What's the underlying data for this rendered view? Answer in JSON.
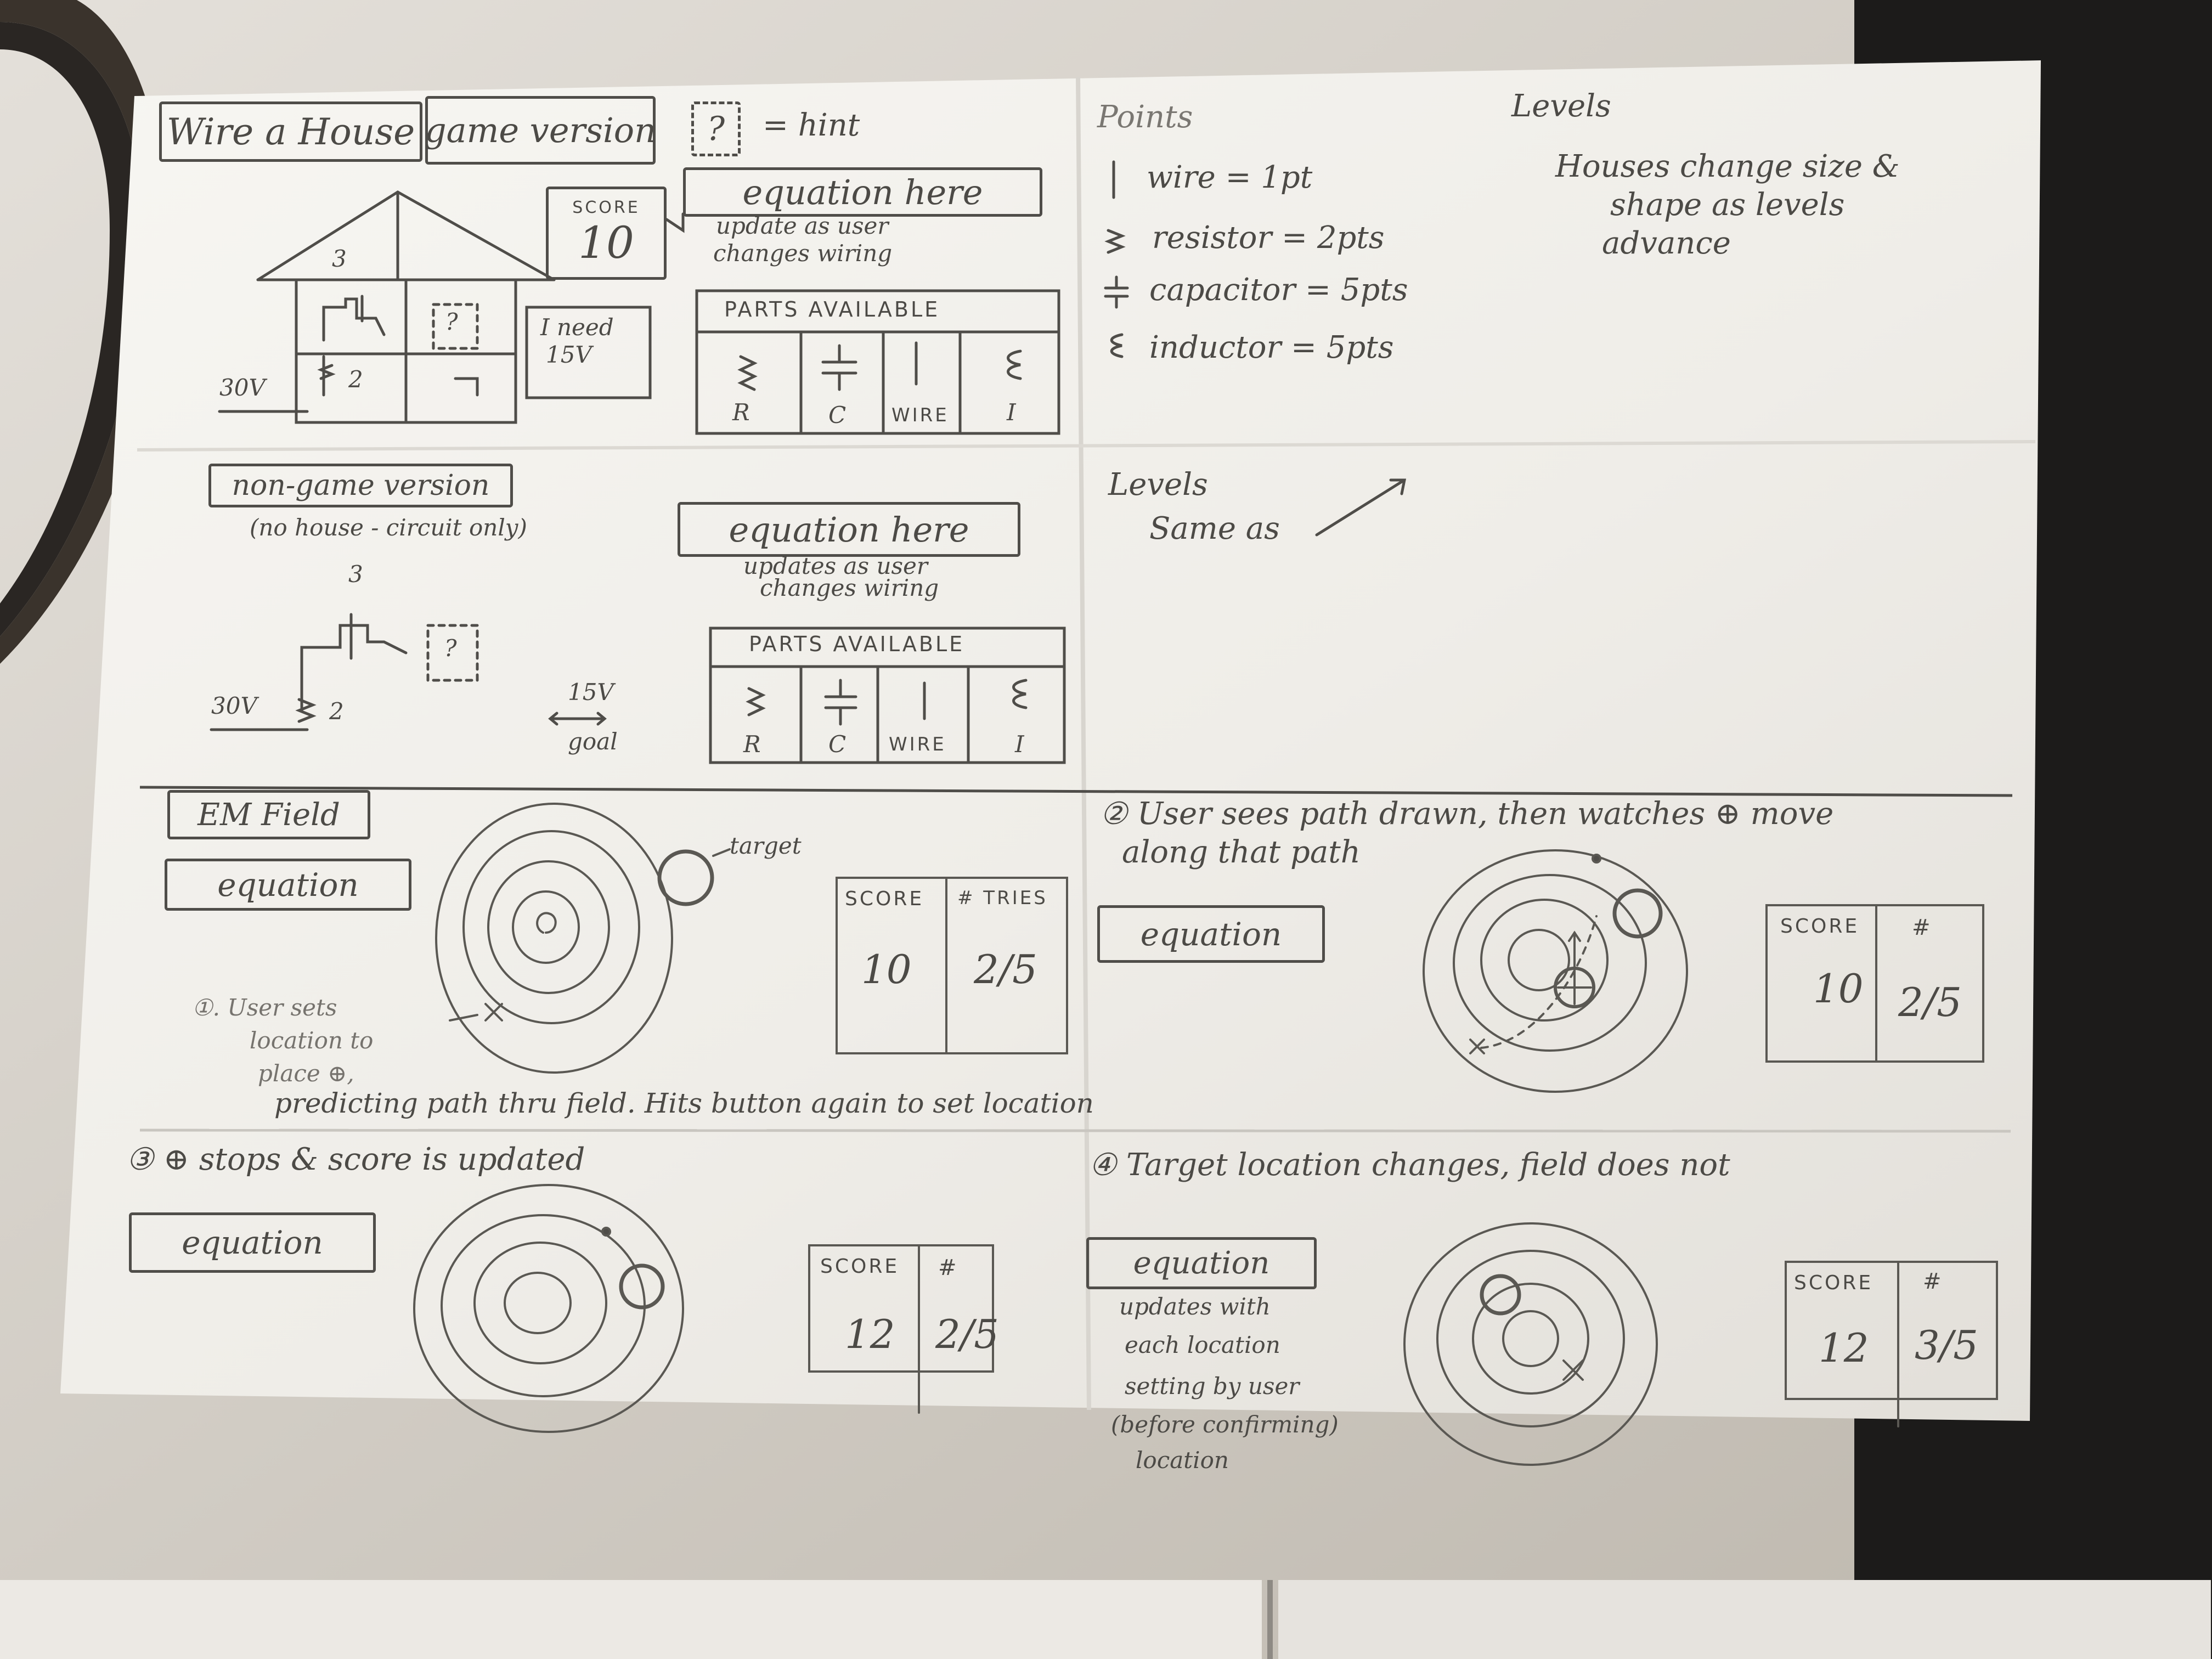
{
  "sheet": {
    "title": "Wire a House",
    "title_mode": "game version",
    "hint_legend": "= hint",
    "game": {
      "equation": "equation here",
      "equation_note_1": "update as user",
      "equation_note_2": "changes wiring",
      "score_label": "SCORE",
      "score_value": "10",
      "label_3": "3",
      "label_2": "2",
      "label_30v": "30V",
      "hint_mark": "?",
      "need_line1": "I need",
      "need_line2": "15V",
      "parts_title": "PARTS AVAILABLE",
      "parts": [
        "R",
        "C",
        "WIRE",
        "I"
      ]
    },
    "points": {
      "heading": "Points",
      "items": [
        {
          "name": "wire",
          "pts": "1pt"
        },
        {
          "name": "resistor",
          "pts": "2pts"
        },
        {
          "name": "capacitor",
          "pts": "5pts"
        },
        {
          "name": "inductor",
          "pts": "5pts"
        }
      ]
    },
    "levels": {
      "heading": "Levels",
      "line1": "Houses change size &",
      "line2": "shape as levels",
      "line3": "advance",
      "heading2": "Levels",
      "same_as": "Same as"
    },
    "nongame": {
      "title": "non-game version",
      "subtitle": "(no house - circuit only)",
      "equation": "equation here",
      "note_1": "updates as user",
      "note_2": "changes wiring",
      "label_3": "3",
      "label_2": "2",
      "label_30v": "30V",
      "hint_mark": "?",
      "goal_v": "15V",
      "goal": "goal",
      "parts_title": "PARTS AVAILABLE",
      "parts": [
        "R",
        "C",
        "WIRE",
        "I"
      ]
    },
    "em": {
      "title": "EM Field",
      "equation": "equation",
      "target": "target",
      "score_label": "SCORE",
      "tries_label": "# TRIES",
      "score_value": "10",
      "tries_value": "2/5",
      "step1_a": "①. User sets",
      "step1_b": "location to",
      "step1_c": "place ⊕, ",
      "step1_d": "predicting path thru field. Hits button again to set location"
    },
    "step2": {
      "text_a": "② User sees path drawn, then watches ⊕ move",
      "text_b": "along that path",
      "equation": "equation",
      "score_label": "SCORE",
      "tries_label": "#",
      "score_value": "10",
      "tries_value": "2/5"
    },
    "step3": {
      "text": "③ ⊕ stops & score is updated",
      "equation": "equation",
      "score_label": "SCORE",
      "tries_label": "#",
      "score_value": "12",
      "tries_value": "2/5"
    },
    "step4": {
      "text": "④ Target location changes, field does not",
      "equation": "equation",
      "note_1": "updates with",
      "note_2": "each location",
      "note_3": "setting by user",
      "note_4": "(before confirming)",
      "note_5": "location",
      "score_label": "SCORE",
      "tries_label": "#",
      "score_value": "12",
      "tries_value": "3/5"
    }
  },
  "colors": {
    "paper": "#f3f1ec",
    "pencil": "#4f4d49",
    "counter": "#d9d5cf",
    "background_right": "#1b1a19"
  }
}
